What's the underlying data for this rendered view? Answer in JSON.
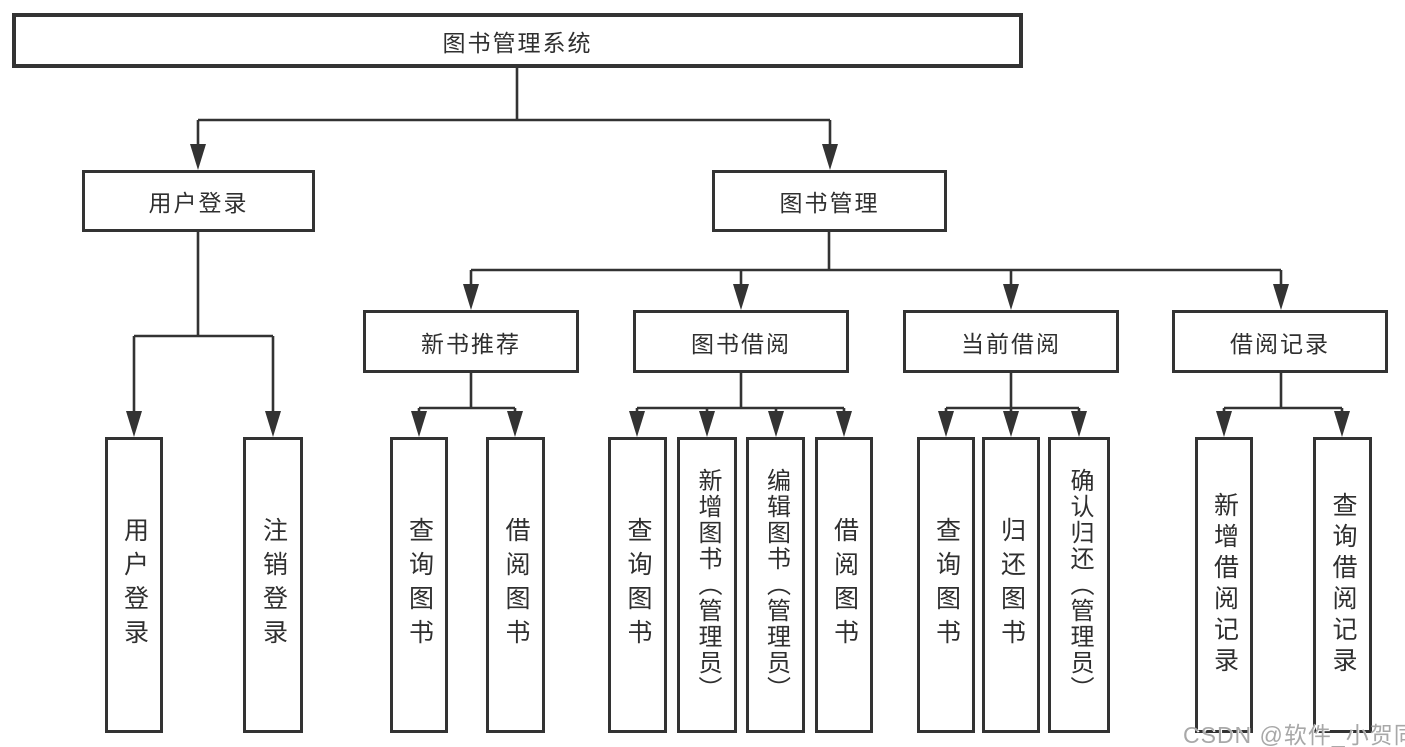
{
  "tree": {
    "label": "图书管理系统",
    "children": [
      {
        "label": "用户登录",
        "children": [
          {
            "label": "用户登录"
          },
          {
            "label": "注销登录"
          }
        ]
      },
      {
        "label": "图书管理",
        "children": [
          {
            "label": "新书推荐",
            "children": [
              {
                "label": "查询图书"
              },
              {
                "label": "借阅图书"
              }
            ]
          },
          {
            "label": "图书借阅",
            "children": [
              {
                "label": "查询图书"
              },
              {
                "label": "新增图书（管理员）"
              },
              {
                "label": "编辑图书（管理员）"
              },
              {
                "label": "借阅图书"
              }
            ]
          },
          {
            "label": "当前借阅",
            "children": [
              {
                "label": "查询图书"
              },
              {
                "label": "归还图书"
              },
              {
                "label": "确认归还（管理员）"
              }
            ]
          },
          {
            "label": "借阅记录",
            "children": [
              {
                "label": "新增借阅记录"
              },
              {
                "label": "查询借阅记录"
              }
            ]
          }
        ]
      }
    ]
  },
  "watermark": {
    "text": "CSDN @软件_小贺同学"
  },
  "colors": {
    "line": "#333333",
    "box_border": "#333333",
    "box_fill": "#ffffff",
    "text": "#2f2f2f",
    "watermark": "#a8a8a8",
    "background": "#ffffff"
  }
}
